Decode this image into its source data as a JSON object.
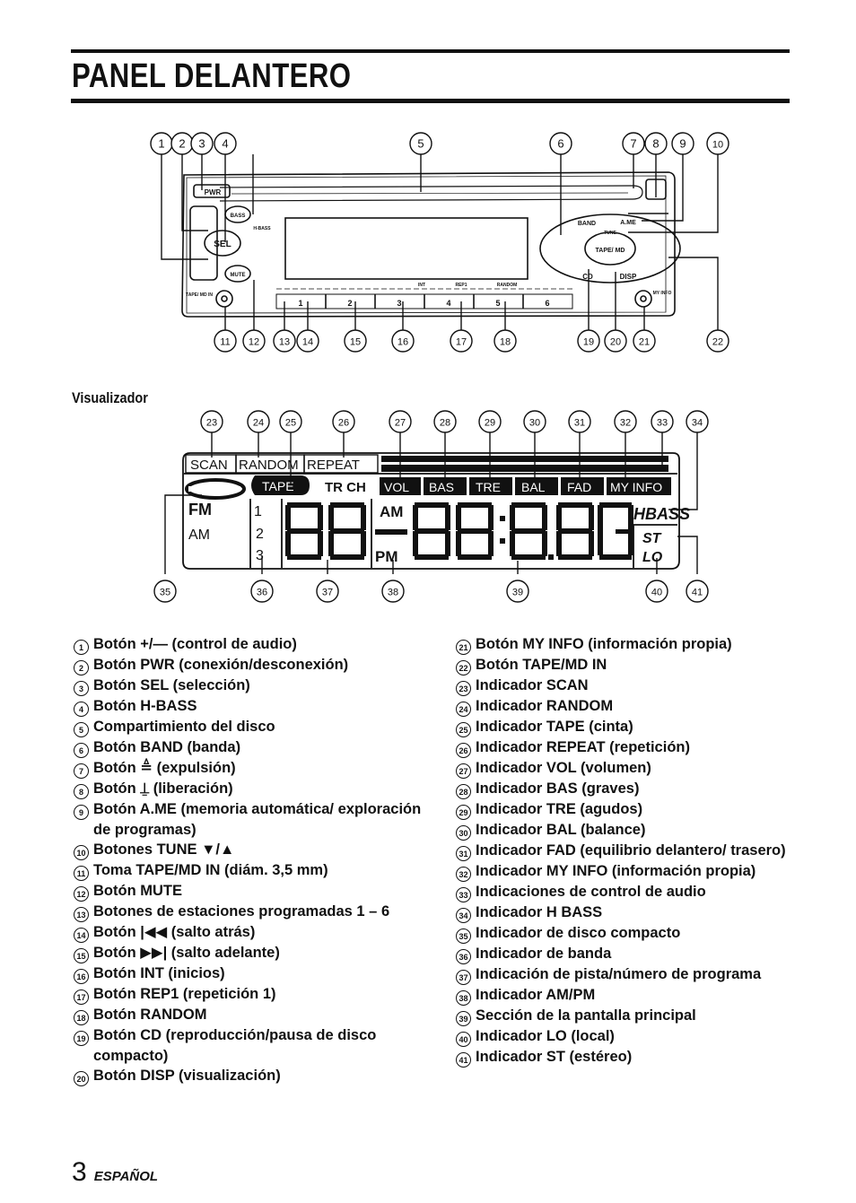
{
  "page_title": "PANEL DELANTERO",
  "display_section_label": "Visualizador",
  "front_panel": {
    "top_callouts": [
      "1",
      "2",
      "3",
      "4",
      "5",
      "6",
      "7",
      "8",
      "9",
      "10"
    ],
    "bottom_callouts": [
      "11",
      "12",
      "13",
      "14",
      "15",
      "16",
      "17",
      "18",
      "19",
      "20",
      "21",
      "22"
    ],
    "labels": {
      "pwr": "PWR",
      "bass": "BASS",
      "hbass": "H-BASS",
      "sel": "SEL",
      "mute": "MUTE",
      "tape_md_in": "TAPE/ MD IN",
      "band": "BAND",
      "ame": "A.ME",
      "tune": "TUNE",
      "tape_md": "TAPE/ MD",
      "cd": "CD",
      "disp": "DISP",
      "my_info": "MY INFO",
      "int": "INT",
      "rep1": "REP1",
      "random": "RANDOM"
    },
    "preset_buttons": [
      "1",
      "2",
      "3",
      "4",
      "5",
      "6"
    ]
  },
  "display": {
    "top_callouts": [
      "23",
      "24",
      "25",
      "26",
      "27",
      "28",
      "29",
      "30",
      "31",
      "32",
      "33",
      "34"
    ],
    "bottom_callouts": [
      "35",
      "36",
      "37",
      "38",
      "39",
      "40",
      "41"
    ],
    "indicators": {
      "scan": "SCAN",
      "random": "RANDOM",
      "repeat": "REPEAT",
      "tape": "TAPE",
      "tr_ch": "TR CH",
      "vol": "VOL",
      "bas": "BAS",
      "tre": "TRE",
      "bal": "BAL",
      "fad": "FAD",
      "my_info": "MY INFO",
      "fm": "FM",
      "am_band": "AM",
      "am": "AM",
      "pm": "PM",
      "hbass": "HBASS",
      "st": "ST",
      "lo": "LO"
    },
    "band_numbers": [
      "1",
      "2",
      "3"
    ]
  },
  "legend_left": [
    {
      "num": "1",
      "text": "Botón +/— (control de audio)"
    },
    {
      "num": "2",
      "text": "Botón PWR (conexión/desconexión)"
    },
    {
      "num": "3",
      "text": "Botón SEL (selección)"
    },
    {
      "num": "4",
      "text": "Botón H-BASS"
    },
    {
      "num": "5",
      "text": "Compartimiento del disco"
    },
    {
      "num": "6",
      "text": "Botón BAND (banda)"
    },
    {
      "num": "7",
      "text": "Botón ≜ (expulsión)"
    },
    {
      "num": "8",
      "text": "Botón ⍊ (liberación)"
    },
    {
      "num": "9",
      "text": "Botón A.ME (memoria automática/ exploración de programas)"
    },
    {
      "num": "10",
      "text": "Botones TUNE ▼/▲"
    },
    {
      "num": "11",
      "text": "Toma TAPE/MD IN (diám. 3,5 mm)"
    },
    {
      "num": "12",
      "text": "Botón MUTE"
    },
    {
      "num": "13",
      "text": "Botones de estaciones programadas 1 – 6"
    },
    {
      "num": "14",
      "text": "Botón |◀◀ (salto atrás)"
    },
    {
      "num": "15",
      "text": "Botón ▶▶| (salto adelante)"
    },
    {
      "num": "16",
      "text": "Botón INT (inicios)"
    },
    {
      "num": "17",
      "text": "Botón REP1 (repetición 1)"
    },
    {
      "num": "18",
      "text": "Botón RANDOM"
    },
    {
      "num": "19",
      "text": "Botón CD (reproducción/pausa de disco compacto)"
    },
    {
      "num": "20",
      "text": "Botón DISP (visualización)"
    }
  ],
  "legend_right": [
    {
      "num": "21",
      "text": "Botón MY INFO (información propia)"
    },
    {
      "num": "22",
      "text": "Botón TAPE/MD IN"
    },
    {
      "num": "23",
      "text": "Indicador SCAN"
    },
    {
      "num": "24",
      "text": "Indicador RANDOM"
    },
    {
      "num": "25",
      "text": "Indicador TAPE (cinta)"
    },
    {
      "num": "26",
      "text": "Indicador REPEAT (repetición)"
    },
    {
      "num": "27",
      "text": "Indicador VOL (volumen)"
    },
    {
      "num": "28",
      "text": "Indicador BAS (graves)"
    },
    {
      "num": "29",
      "text": "Indicador TRE (agudos)"
    },
    {
      "num": "30",
      "text": "Indicador BAL (balance)"
    },
    {
      "num": "31",
      "text": "Indicador FAD (equilibrio delantero/ trasero)"
    },
    {
      "num": "32",
      "text": "Indicador MY INFO (información propia)"
    },
    {
      "num": "33",
      "text": "Indicaciones de control de audio"
    },
    {
      "num": "34",
      "text": "Indicador H BASS"
    },
    {
      "num": "35",
      "text": "Indicador de disco compacto"
    },
    {
      "num": "36",
      "text": "Indicador de banda"
    },
    {
      "num": "37",
      "text": "Indicación de pista/número de programa"
    },
    {
      "num": "38",
      "text": "Indicador AM/PM"
    },
    {
      "num": "39",
      "text": "Sección de la pantalla principal"
    },
    {
      "num": "40",
      "text": "Indicador LO (local)"
    },
    {
      "num": "41",
      "text": "Indicador ST (estéreo)"
    }
  ],
  "footer": {
    "page_number": "3",
    "language": "ESPAÑOL"
  }
}
